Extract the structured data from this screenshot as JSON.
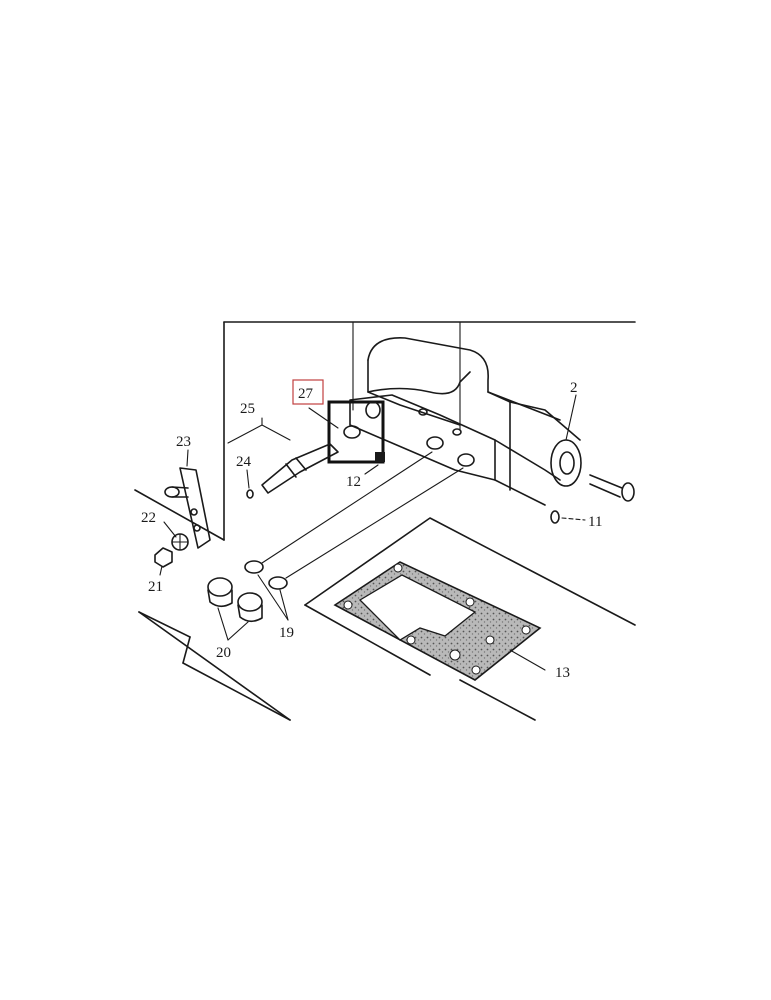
{
  "diagram": {
    "callouts": [
      {
        "id": "2",
        "label": "2"
      },
      {
        "id": "11",
        "label": "11"
      },
      {
        "id": "12",
        "label": "12"
      },
      {
        "id": "13",
        "label": "13"
      },
      {
        "id": "19",
        "label": "19"
      },
      {
        "id": "20",
        "label": "20"
      },
      {
        "id": "21",
        "label": "21"
      },
      {
        "id": "22",
        "label": "22"
      },
      {
        "id": "23",
        "label": "23"
      },
      {
        "id": "24",
        "label": "24"
      },
      {
        "id": "25",
        "label": "25"
      },
      {
        "id": "27",
        "label": "27"
      }
    ],
    "highlighted_part": "27",
    "colors": {
      "ink": "#1a1a1a",
      "callout_box": "#c04040",
      "highlight_box": "#111111",
      "gasket_fill": "#8a8a8a",
      "background": "#ffffff"
    }
  }
}
